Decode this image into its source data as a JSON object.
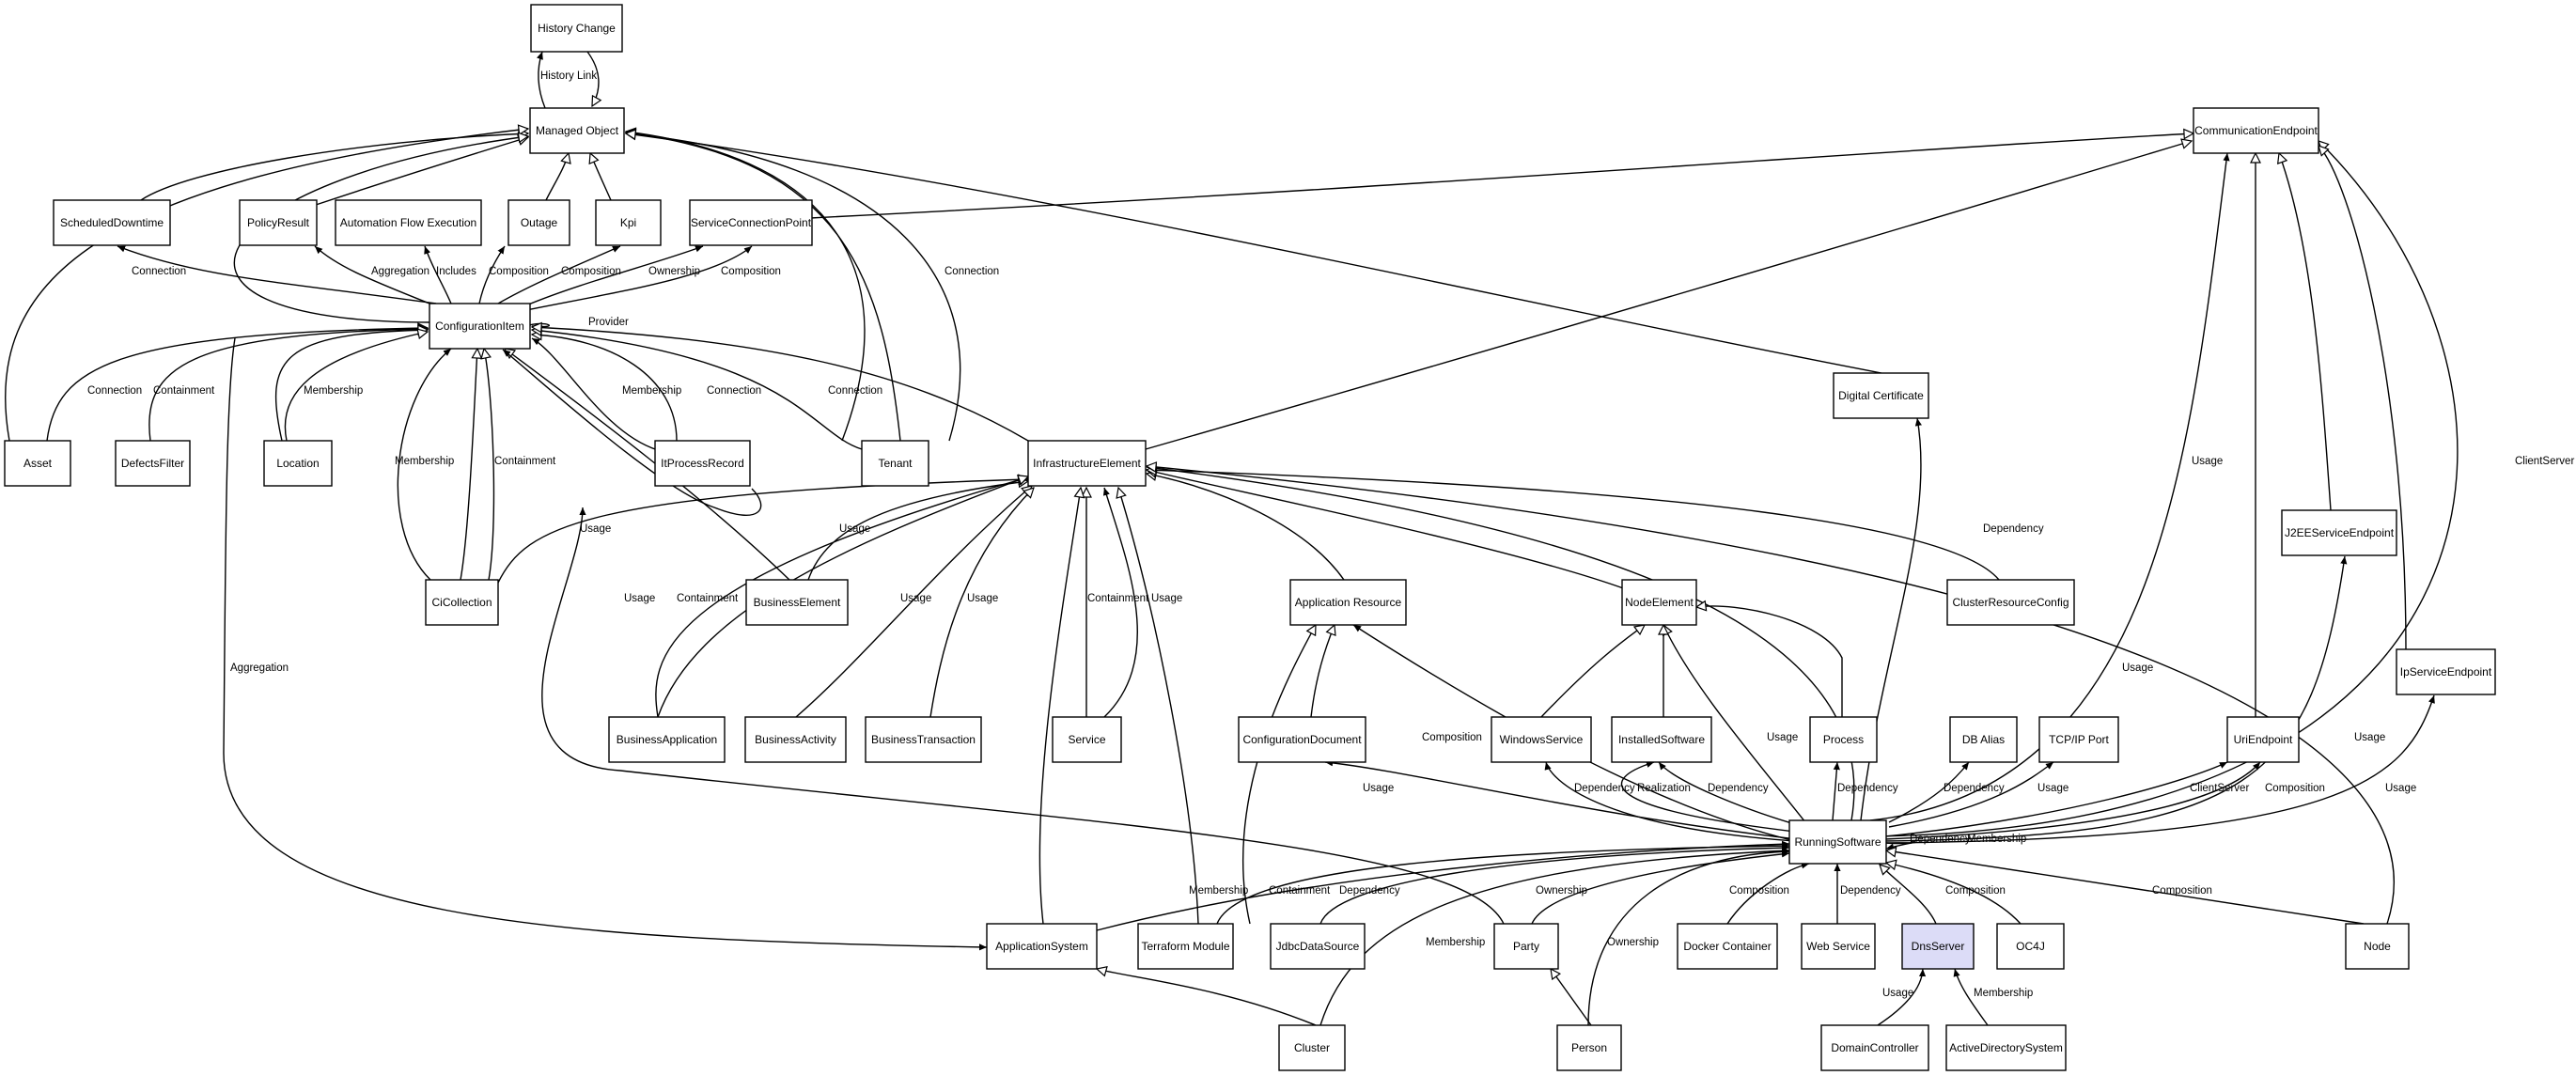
{
  "diagram": {
    "nodes": [
      {
        "id": "history_change",
        "label": "History Change"
      },
      {
        "id": "managed_object",
        "label": "Managed Object"
      },
      {
        "id": "communication_endpoint",
        "label": "CommunicationEndpoint"
      },
      {
        "id": "scheduled_downtime",
        "label": "ScheduledDowntime"
      },
      {
        "id": "policy_result",
        "label": "PolicyResult"
      },
      {
        "id": "automation_flow_execution",
        "label": "Automation Flow Execution"
      },
      {
        "id": "outage",
        "label": "Outage"
      },
      {
        "id": "kpi",
        "label": "Kpi"
      },
      {
        "id": "service_connection_point",
        "label": "ServiceConnectionPoint"
      },
      {
        "id": "configuration_item",
        "label": "ConfigurationItem"
      },
      {
        "id": "digital_certificate",
        "label": "Digital Certificate"
      },
      {
        "id": "asset",
        "label": "Asset"
      },
      {
        "id": "defects_filter",
        "label": "DefectsFilter"
      },
      {
        "id": "location",
        "label": "Location"
      },
      {
        "id": "it_process_record",
        "label": "ItProcessRecord"
      },
      {
        "id": "tenant",
        "label": "Tenant"
      },
      {
        "id": "infrastructure_element",
        "label": "InfrastructureElement"
      },
      {
        "id": "j2ee_service_endpoint",
        "label": "J2EEServiceEndpoint"
      },
      {
        "id": "ci_collection",
        "label": "CiCollection"
      },
      {
        "id": "business_element",
        "label": "BusinessElement"
      },
      {
        "id": "application_resource",
        "label": "Application Resource"
      },
      {
        "id": "node_element",
        "label": "NodeElement"
      },
      {
        "id": "cluster_resource_config",
        "label": "ClusterResourceConfig"
      },
      {
        "id": "ip_service_endpoint",
        "label": "IpServiceEndpoint"
      },
      {
        "id": "business_application",
        "label": "BusinessApplication"
      },
      {
        "id": "business_activity",
        "label": "BusinessActivity"
      },
      {
        "id": "business_transaction",
        "label": "BusinessTransaction"
      },
      {
        "id": "service",
        "label": "Service"
      },
      {
        "id": "configuration_document",
        "label": "ConfigurationDocument"
      },
      {
        "id": "windows_service",
        "label": "WindowsService"
      },
      {
        "id": "installed_software",
        "label": "InstalledSoftware"
      },
      {
        "id": "process",
        "label": "Process"
      },
      {
        "id": "db_alias",
        "label": "DB Alias"
      },
      {
        "id": "tcp_ip_port",
        "label": "TCP/IP Port"
      },
      {
        "id": "uri_endpoint",
        "label": "UriEndpoint"
      },
      {
        "id": "running_software",
        "label": "RunningSoftware"
      },
      {
        "id": "application_system",
        "label": "ApplicationSystem"
      },
      {
        "id": "terraform_module",
        "label": "Terraform Module"
      },
      {
        "id": "jdbc_data_source",
        "label": "JdbcDataSource"
      },
      {
        "id": "party",
        "label": "Party"
      },
      {
        "id": "docker_container",
        "label": "Docker Container"
      },
      {
        "id": "web_service",
        "label": "Web Service"
      },
      {
        "id": "dns_server",
        "label": "DnsServer",
        "highlight": true
      },
      {
        "id": "oc4j",
        "label": "OC4J"
      },
      {
        "id": "node",
        "label": "Node"
      },
      {
        "id": "cluster",
        "label": "Cluster"
      },
      {
        "id": "person",
        "label": "Person"
      },
      {
        "id": "domain_controller",
        "label": "DomainController"
      },
      {
        "id": "active_directory_system",
        "label": "ActiveDirectorySystem"
      }
    ],
    "edge_labels": [
      {
        "id": "history_link",
        "text": "History Link"
      },
      {
        "id": "sd_connection",
        "text": "Connection"
      },
      {
        "id": "pr_aggregation",
        "text": "Aggregation"
      },
      {
        "id": "afe_includes",
        "text": "Includes"
      },
      {
        "id": "outage_composition",
        "text": "Composition"
      },
      {
        "id": "kpi_composition",
        "text": "Composition"
      },
      {
        "id": "scp_ownership",
        "text": "Ownership"
      },
      {
        "id": "scp_composition",
        "text": "Composition"
      },
      {
        "id": "ci_provider",
        "text": "Provider"
      },
      {
        "id": "asset_connection",
        "text": "Connection"
      },
      {
        "id": "df_containment",
        "text": "Containment"
      },
      {
        "id": "loc_membership",
        "text": "Membership"
      },
      {
        "id": "ipr_membership",
        "text": "Membership"
      },
      {
        "id": "ipr_connection",
        "text": "Connection"
      },
      {
        "id": "tenant_connection1",
        "text": "Connection"
      },
      {
        "id": "tenant_connection2",
        "text": "Connection"
      },
      {
        "id": "cic_membership",
        "text": "Membership"
      },
      {
        "id": "cic_containment",
        "text": "Containment"
      },
      {
        "id": "cic_usage",
        "text": "Usage"
      },
      {
        "id": "ie_usage_ba",
        "text": "Usage"
      },
      {
        "id": "ba_usage",
        "text": "Usage"
      },
      {
        "id": "ba_containment",
        "text": "Containment"
      },
      {
        "id": "bact_usage",
        "text": "Usage"
      },
      {
        "id": "btx_usage",
        "text": "Usage"
      },
      {
        "id": "svc_containment",
        "text": "Containment"
      },
      {
        "id": "svc_usage",
        "text": "Usage"
      },
      {
        "id": "as_aggregation",
        "text": "Aggregation"
      },
      {
        "id": "crc_dependency",
        "text": "Dependency"
      },
      {
        "id": "ce_usage",
        "text": "Usage"
      },
      {
        "id": "ce_clientserver",
        "text": "ClientServer"
      },
      {
        "id": "dc_usage",
        "text": "Usage"
      },
      {
        "id": "ar_composition",
        "text": "Composition"
      },
      {
        "id": "ne_usage",
        "text": "Usage"
      },
      {
        "id": "cd_usage",
        "text": "Usage"
      },
      {
        "id": "ws_dependency",
        "text": "Dependency"
      },
      {
        "id": "is_realization",
        "text": "Realization"
      },
      {
        "id": "is_dependency",
        "text": "Dependency"
      },
      {
        "id": "proc_dependency",
        "text": "Dependency"
      },
      {
        "id": "db_dependency",
        "text": "Dependency"
      },
      {
        "id": "tcp_usage",
        "text": "Usage"
      },
      {
        "id": "uri_clientserver",
        "text": "ClientServer"
      },
      {
        "id": "uri_composition",
        "text": "Composition"
      },
      {
        "id": "j2ee_usage",
        "text": "Usage"
      },
      {
        "id": "ip_usage",
        "text": "Usage"
      },
      {
        "id": "rs_dependency_self",
        "text": "Dependency"
      },
      {
        "id": "rs_membership_self",
        "text": "Membership"
      },
      {
        "id": "as_membership",
        "text": "Membership"
      },
      {
        "id": "tm_containment",
        "text": "Containment"
      },
      {
        "id": "jdbc_dependency",
        "text": "Dependency"
      },
      {
        "id": "party_ownership",
        "text": "Ownership"
      },
      {
        "id": "cluster_membership",
        "text": "Membership"
      },
      {
        "id": "person_ownership",
        "text": "Ownership"
      },
      {
        "id": "docker_composition",
        "text": "Composition"
      },
      {
        "id": "websvc_dependency",
        "text": "Dependency"
      },
      {
        "id": "oc4j_composition",
        "text": "Composition"
      },
      {
        "id": "node_composition",
        "text": "Composition"
      },
      {
        "id": "domctrl_usage",
        "text": "Usage"
      },
      {
        "id": "ads_membership",
        "text": "Membership"
      }
    ]
  }
}
